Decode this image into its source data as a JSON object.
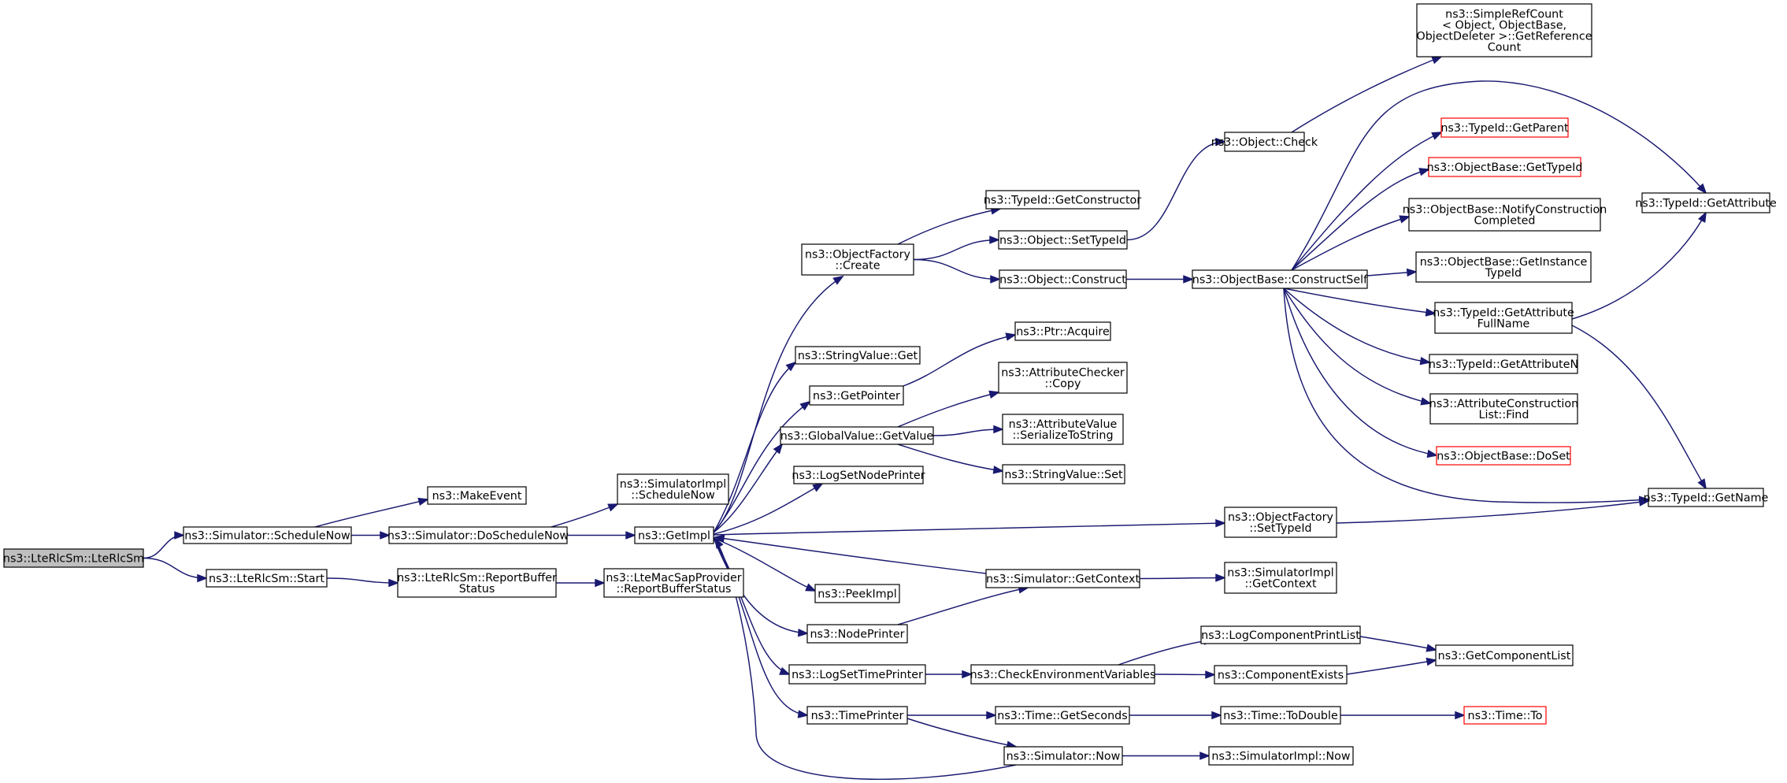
{
  "diagram": {
    "colors": {
      "background": "#ffffff",
      "edge": "#191970",
      "node_border": "#000000",
      "node_border_external": "#ff0000",
      "root_fill": "#bfbfbf",
      "node_fill": "#ffffff"
    },
    "nodes": [
      {
        "id": "root",
        "lines": [
          "ns3::LteRlcSm::LteRlcSm"
        ],
        "root": true
      },
      {
        "id": "sim_schednow",
        "lines": [
          "ns3::Simulator::ScheduleNow"
        ]
      },
      {
        "id": "start",
        "lines": [
          "ns3::LteRlcSm::Start"
        ]
      },
      {
        "id": "makeevent",
        "lines": [
          "ns3::MakeEvent"
        ]
      },
      {
        "id": "doschednow",
        "lines": [
          "ns3::Simulator::DoScheduleNow"
        ]
      },
      {
        "id": "reportbuf",
        "lines": [
          "ns3::LteRlcSm::ReportBuffer",
          "Status"
        ]
      },
      {
        "id": "simimpl_schednow",
        "lines": [
          "ns3::SimulatorImpl",
          "::ScheduleNow"
        ]
      },
      {
        "id": "getimpl",
        "lines": [
          "ns3::GetImpl"
        ]
      },
      {
        "id": "ltemac",
        "lines": [
          "ns3::LteMacSapProvider",
          "::ReportBufferStatus"
        ]
      },
      {
        "id": "objfactory_create",
        "lines": [
          "ns3::ObjectFactory",
          "::Create"
        ]
      },
      {
        "id": "stringvalue_get",
        "lines": [
          "ns3::StringValue::Get"
        ]
      },
      {
        "id": "getpointer",
        "lines": [
          "ns3::GetPointer"
        ]
      },
      {
        "id": "globalvalue_getvalue",
        "lines": [
          "ns3::GlobalValue::GetValue"
        ]
      },
      {
        "id": "logsetnodeprinter",
        "lines": [
          "ns3::LogSetNodePrinter"
        ]
      },
      {
        "id": "peekimpl",
        "lines": [
          "ns3::PeekImpl"
        ]
      },
      {
        "id": "nodeprinter",
        "lines": [
          "ns3::NodePrinter"
        ]
      },
      {
        "id": "logsettimeprinter",
        "lines": [
          "ns3::LogSetTimePrinter"
        ]
      },
      {
        "id": "timeprinter",
        "lines": [
          "ns3::TimePrinter"
        ]
      },
      {
        "id": "typeid_getconstructor",
        "lines": [
          "ns3::TypeId::GetConstructor"
        ]
      },
      {
        "id": "object_settypeid",
        "lines": [
          "ns3::Object::SetTypeId"
        ]
      },
      {
        "id": "object_construct",
        "lines": [
          "ns3::Object::Construct"
        ]
      },
      {
        "id": "ptr_acquire",
        "lines": [
          "ns3::Ptr::Acquire"
        ]
      },
      {
        "id": "attrchecker_copy",
        "lines": [
          "ns3::AttributeChecker",
          "::Copy"
        ]
      },
      {
        "id": "attrvalue_serialize",
        "lines": [
          "ns3::AttributeValue",
          "::SerializeToString"
        ]
      },
      {
        "id": "stringvalue_set",
        "lines": [
          "ns3::StringValue::Set"
        ]
      },
      {
        "id": "sim_getcontext",
        "lines": [
          "ns3::Simulator::GetContext"
        ]
      },
      {
        "id": "checkenv",
        "lines": [
          "ns3::CheckEnvironmentVariables"
        ]
      },
      {
        "id": "time_getseconds",
        "lines": [
          "ns3::Time::GetSeconds"
        ]
      },
      {
        "id": "sim_now",
        "lines": [
          "ns3::Simulator::Now"
        ]
      },
      {
        "id": "object_check",
        "lines": [
          "ns3::Object::Check"
        ]
      },
      {
        "id": "objbase_constructself",
        "lines": [
          "ns3::ObjectBase::ConstructSelf"
        ]
      },
      {
        "id": "objfactory_settypeid",
        "lines": [
          "ns3::ObjectFactory",
          "::SetTypeId"
        ]
      },
      {
        "id": "simimpl_getcontext",
        "lines": [
          "ns3::SimulatorImpl",
          "::GetContext"
        ]
      },
      {
        "id": "logcompprintlist",
        "lines": [
          "ns3::LogComponentPrintList"
        ]
      },
      {
        "id": "componentexists",
        "lines": [
          "ns3::ComponentExists"
        ]
      },
      {
        "id": "time_todouble",
        "lines": [
          "ns3::Time::ToDouble"
        ]
      },
      {
        "id": "simimpl_now",
        "lines": [
          "ns3::SimulatorImpl::Now"
        ]
      },
      {
        "id": "simplerefcount",
        "lines": [
          "ns3::SimpleRefCount",
          "< Object, ObjectBase,",
          "ObjectDeleter >::GetReference",
          "Count"
        ]
      },
      {
        "id": "typeid_getparent",
        "lines": [
          "ns3::TypeId::GetParent"
        ],
        "external": true
      },
      {
        "id": "objbase_gettypeid",
        "lines": [
          "ns3::ObjectBase::GetTypeId"
        ],
        "external": true
      },
      {
        "id": "objbase_notify",
        "lines": [
          "ns3::ObjectBase::NotifyConstruction",
          "Completed"
        ]
      },
      {
        "id": "objbase_getinstance",
        "lines": [
          "ns3::ObjectBase::GetInstance",
          "TypeId"
        ]
      },
      {
        "id": "typeid_getattrfullname",
        "lines": [
          "ns3::TypeId::GetAttribute",
          "FullName"
        ]
      },
      {
        "id": "typeid_getattrn",
        "lines": [
          "ns3::TypeId::GetAttributeN"
        ]
      },
      {
        "id": "attrconstruction_find",
        "lines": [
          "ns3::AttributeConstruction",
          "List::Find"
        ]
      },
      {
        "id": "objbase_doset",
        "lines": [
          "ns3::ObjectBase::DoSet"
        ],
        "external": true
      },
      {
        "id": "getcomponentlist",
        "lines": [
          "ns3::GetComponentList"
        ]
      },
      {
        "id": "time_to",
        "lines": [
          "ns3::Time::To"
        ],
        "external": true
      },
      {
        "id": "typeid_getattribute",
        "lines": [
          "ns3::TypeId::GetAttribute"
        ]
      },
      {
        "id": "typeid_getname",
        "lines": [
          "ns3::TypeId::GetName"
        ]
      }
    ],
    "edges": [
      [
        "root",
        "sim_schednow"
      ],
      [
        "root",
        "start"
      ],
      [
        "sim_schednow",
        "makeevent"
      ],
      [
        "sim_schednow",
        "doschednow"
      ],
      [
        "start",
        "reportbuf"
      ],
      [
        "reportbuf",
        "ltemac"
      ],
      [
        "doschednow",
        "simimpl_schednow"
      ],
      [
        "doschednow",
        "getimpl"
      ],
      [
        "getimpl",
        "objfactory_create"
      ],
      [
        "getimpl",
        "stringvalue_get"
      ],
      [
        "getimpl",
        "getpointer"
      ],
      [
        "getimpl",
        "globalvalue_getvalue"
      ],
      [
        "getimpl",
        "logsetnodeprinter"
      ],
      [
        "getimpl",
        "objfactory_settypeid"
      ],
      [
        "getimpl",
        "peekimpl"
      ],
      [
        "getimpl",
        "nodeprinter"
      ],
      [
        "getimpl",
        "logsettimeprinter"
      ],
      [
        "getimpl",
        "timeprinter"
      ],
      [
        "sim_getcontext",
        "getimpl"
      ],
      [
        "sim_now",
        "getimpl"
      ],
      [
        "objfactory_create",
        "typeid_getconstructor"
      ],
      [
        "objfactory_create",
        "object_settypeid"
      ],
      [
        "objfactory_create",
        "object_construct"
      ],
      [
        "object_settypeid",
        "object_check"
      ],
      [
        "object_check",
        "simplerefcount"
      ],
      [
        "object_construct",
        "objbase_constructself"
      ],
      [
        "getpointer",
        "ptr_acquire"
      ],
      [
        "globalvalue_getvalue",
        "attrchecker_copy"
      ],
      [
        "globalvalue_getvalue",
        "attrvalue_serialize"
      ],
      [
        "globalvalue_getvalue",
        "stringvalue_set"
      ],
      [
        "objbase_constructself",
        "typeid_getparent"
      ],
      [
        "objbase_constructself",
        "objbase_gettypeid"
      ],
      [
        "objbase_constructself",
        "objbase_notify"
      ],
      [
        "objbase_constructself",
        "objbase_getinstance"
      ],
      [
        "objbase_constructself",
        "typeid_getattrfullname"
      ],
      [
        "objbase_constructself",
        "typeid_getattrn"
      ],
      [
        "objbase_constructself",
        "attrconstruction_find"
      ],
      [
        "objbase_constructself",
        "objbase_doset"
      ],
      [
        "objbase_constructself",
        "typeid_getattribute"
      ],
      [
        "objbase_constructself",
        "typeid_getname"
      ],
      [
        "typeid_getattrfullname",
        "typeid_getattribute"
      ],
      [
        "typeid_getattrfullname",
        "typeid_getname"
      ],
      [
        "objfactory_settypeid",
        "typeid_getname"
      ],
      [
        "sim_getcontext",
        "simimpl_getcontext"
      ],
      [
        "nodeprinter",
        "sim_getcontext"
      ],
      [
        "logsettimeprinter",
        "checkenv"
      ],
      [
        "checkenv",
        "logcompprintlist"
      ],
      [
        "checkenv",
        "componentexists"
      ],
      [
        "logcompprintlist",
        "getcomponentlist"
      ],
      [
        "componentexists",
        "getcomponentlist"
      ],
      [
        "timeprinter",
        "time_getseconds"
      ],
      [
        "timeprinter",
        "sim_now"
      ],
      [
        "time_getseconds",
        "time_todouble"
      ],
      [
        "time_todouble",
        "time_to"
      ],
      [
        "sim_now",
        "simimpl_now"
      ]
    ]
  }
}
